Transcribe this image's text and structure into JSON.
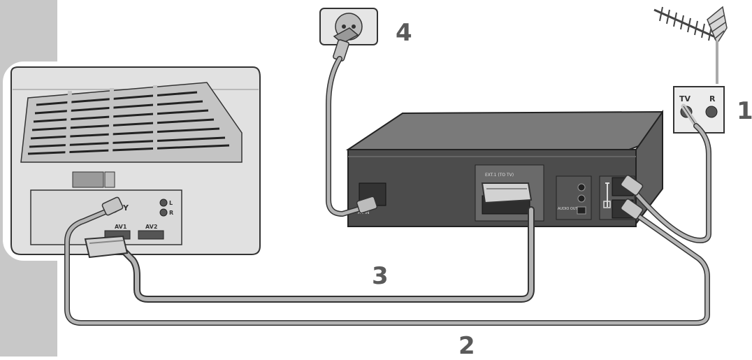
{
  "steps": {
    "one": "1",
    "two": "2",
    "three": "3",
    "four": "4"
  },
  "antenna_socket": {
    "tv_label": "TV",
    "radio_label": "R"
  },
  "tv_panel": {
    "aerial_symbol": "Y",
    "audio_left": "L",
    "audio_right": "R",
    "av1_label": "AV1",
    "av2_label": "AV2"
  },
  "vcr_panel": {
    "scart_label": "EXT.1 (TO TV)",
    "power_label": "AC IN",
    "audio_label": "AUDIO OUT"
  },
  "colors": {
    "sidebar": "#c8c8c8",
    "device_dark": "#555555",
    "device_light": "#e2e2e2",
    "cable": "#8c8c8c",
    "label": "#5a5a5a"
  },
  "icons": [
    "antenna-icon",
    "wall-outlet-icon",
    "antenna-socket-icon",
    "scart-plug-icon",
    "coax-plug-icon",
    "power-plug-icon"
  ]
}
